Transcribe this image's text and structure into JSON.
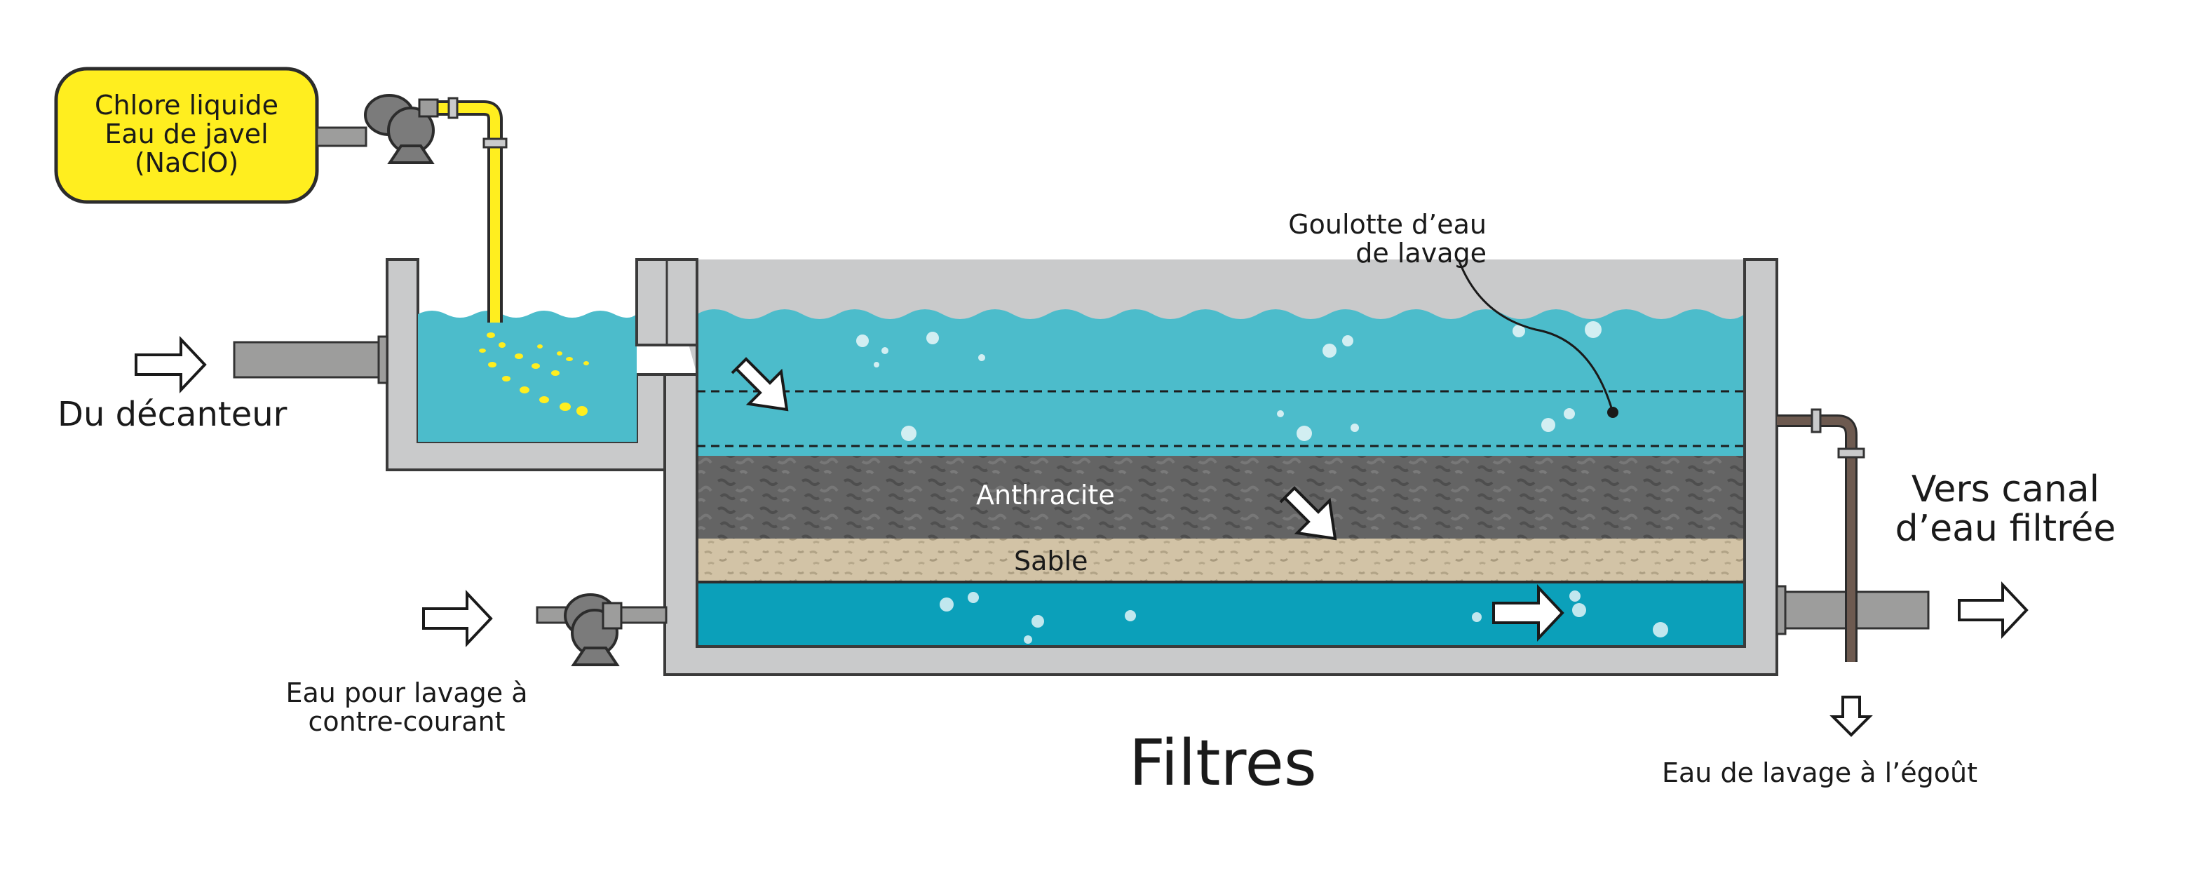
{
  "diagram": {
    "colors": {
      "water": "#4cbccb",
      "water_dark": "#0ba0ba",
      "tank_wall": "#c9cacb",
      "pipe_grey": "#9d9d9c",
      "pump_grey": "#7b7b7b",
      "chlorine_yellow": "#ffee1f",
      "anthracite": "#646464",
      "sand": "#d2c3a6",
      "drain_pipe": "#6d5a50"
    },
    "labels": {
      "chlorine_tank": [
        "Chlore liquide",
        "Eau de javel",
        "(NaClO)"
      ],
      "from_decanter": "Du décanteur",
      "wash_trough": [
        "Goulotte d’eau",
        "de lavage"
      ],
      "anthracite": "Anthracite",
      "sand": "Sable",
      "to_filtered_canal": [
        "Vers canal",
        "d’eau filtrée"
      ],
      "backwash_water": [
        "Eau pour lavage à",
        "contre-courant"
      ],
      "title": "Filtres",
      "wash_to_sewer": "Eau de lavage à l’égoût"
    },
    "icons": {
      "flow_arrow": "hollow-arrow-icon",
      "pump": "pump-icon",
      "valve": "valve-icon"
    }
  }
}
